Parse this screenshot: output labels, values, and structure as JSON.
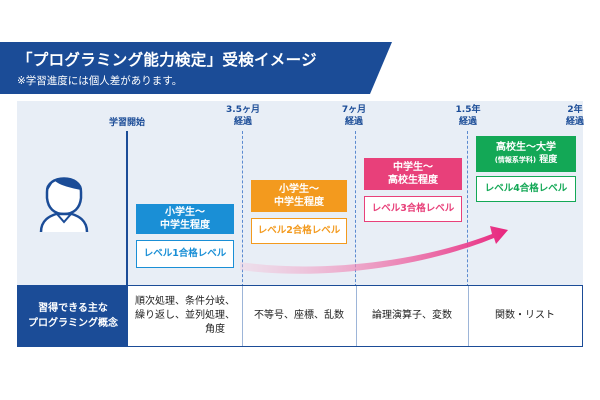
{
  "header": {
    "title": "「プログラミング能力検定」受検イメージ",
    "subtitle": "※学習進度には個人差があります。"
  },
  "timeline": {
    "start": "学習開始",
    "markers": [
      {
        "top": "3.5ヶ月",
        "bottom": "経過"
      },
      {
        "top": "7ヶ月",
        "bottom": "経過"
      },
      {
        "top": "1.5年",
        "bottom": "経過"
      },
      {
        "top": "2年",
        "bottom": "経過"
      }
    ]
  },
  "stages": [
    {
      "grade_lines": [
        "小学生〜",
        "中学生程度"
      ],
      "level": "レベル1合格レベル",
      "color": "#1a8fd6"
    },
    {
      "grade_lines": [
        "小学生〜",
        "中学生程度"
      ],
      "level": "レベル2合格レベル",
      "color": "#f39a1e"
    },
    {
      "grade_lines": [
        "中学生〜",
        "高校生程度"
      ],
      "level": "レベル3合格レベル",
      "color": "#e8407a"
    },
    {
      "grade_lines": [
        "高校生〜大学",
        "(情報系学科)",
        "程度"
      ],
      "level": "レベル4合格レベル",
      "color": "#13a856"
    }
  ],
  "concepts": {
    "label_lines": [
      "習得できる主な",
      "プログラミング概念"
    ],
    "cells": [
      [
        "順次処理、条件分岐、",
        "繰り返し、並列処理、",
        "角度"
      ],
      [
        "不等号、座標、乱数"
      ],
      [
        "論理演算子、変数"
      ],
      [
        "関数・リスト"
      ]
    ]
  },
  "icons": {
    "avatar": "person-icon",
    "arrow": "growth-arrow-icon"
  }
}
